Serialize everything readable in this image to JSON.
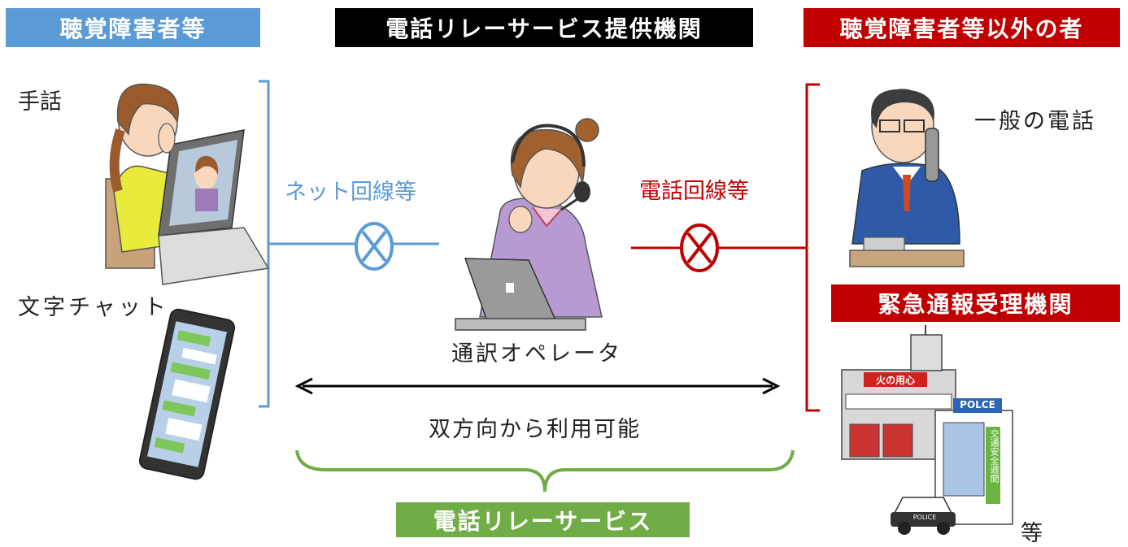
{
  "headers": {
    "hearing_impaired": "聴覚障害者等",
    "relay_provider": "電話リレーサービス提供機関",
    "others": "聴覚障害者等以外の者",
    "emergency": "緊急通報受理機関",
    "service_name": "電話リレーサービス"
  },
  "labels": {
    "sign_language": "手話",
    "text_chat": "文字チャット",
    "net_line": "ネット回線等",
    "phone_line": "電話回線等",
    "operator": "通訳オペレータ",
    "general_phone": "一般の電話",
    "bidirectional": "双方向から利用可能",
    "etc": "等"
  },
  "signs": {
    "fire": "火の用心",
    "police": "POLCE",
    "traffic": "交通安全週間",
    "car": "POLICE"
  },
  "colors": {
    "blue": "#5b9bd5",
    "black": "#000000",
    "red": "#c00000",
    "green": "#70ad47",
    "arrow": "#000000"
  }
}
